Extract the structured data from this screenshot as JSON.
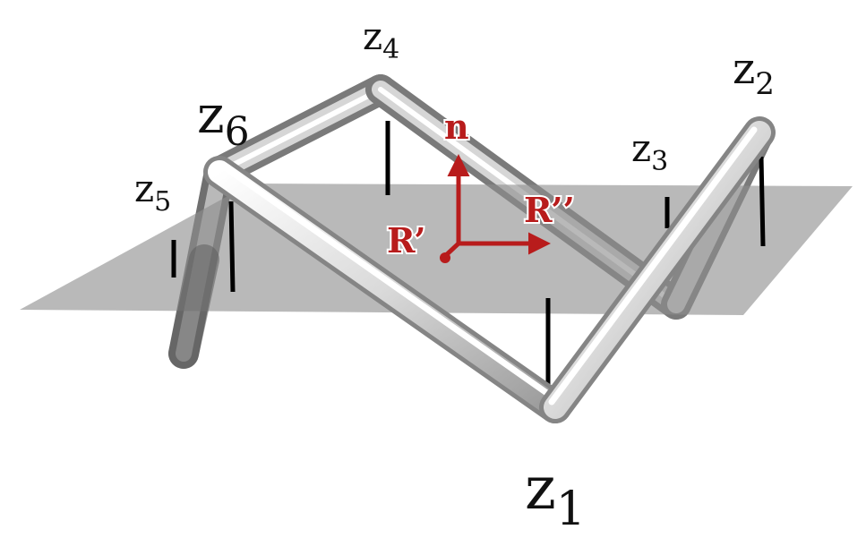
{
  "labels": {
    "z1": {
      "base": "z",
      "sub": "1"
    },
    "z2": {
      "base": "z",
      "sub": "2"
    },
    "z3": {
      "base": "z",
      "sub": "3"
    },
    "z4": {
      "base": "z",
      "sub": "4"
    },
    "z5": {
      "base": "z",
      "sub": "5"
    },
    "z6": {
      "base": "z",
      "sub": "6"
    },
    "n": "n",
    "r_prime": "R’",
    "r_double_prime": "R’’"
  },
  "colors": {
    "plane": "#8e8e8e",
    "tube_outer": "#8c8c8c",
    "tube_inner": "#f2f2f2",
    "tube_highlight": "#ffffff",
    "axis": "#b81c1c",
    "displacement": "#000000"
  }
}
